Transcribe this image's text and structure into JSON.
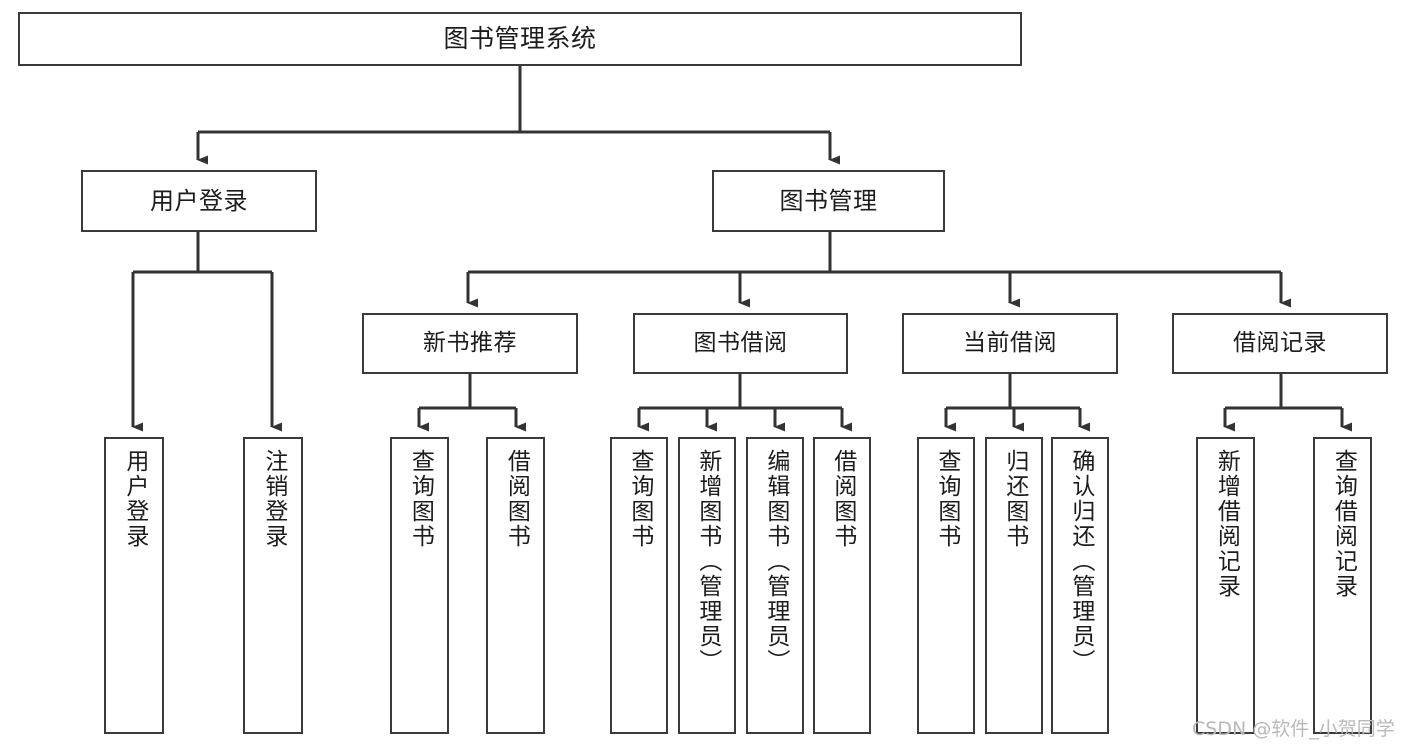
{
  "diagram": {
    "type": "hierarchy-tree",
    "title": "图书管理系统",
    "colors": {
      "box_border": "#3a3a3a",
      "box_fill": "#ffffff",
      "connector": "#333333",
      "text": "#1c1c1c",
      "watermark": "#b9b9b9"
    },
    "levels": {
      "root": "图书管理系统",
      "level2": [
        "用户登录",
        "图书管理"
      ],
      "level3": [
        "新书推荐",
        "图书借阅",
        "当前借阅",
        "借阅记录"
      ]
    },
    "nodes": {
      "root": {
        "label": "图书管理系统"
      },
      "user_login": {
        "label": "用户登录"
      },
      "book_manage": {
        "label": "图书管理"
      },
      "new_book_rec": {
        "label": "新书推荐"
      },
      "book_borrow": {
        "label": "图书借阅"
      },
      "current_borrow": {
        "label": "当前借阅"
      },
      "borrow_record": {
        "label": "借阅记录"
      }
    },
    "leaves": {
      "user_login": [
        {
          "label": "用户登录"
        },
        {
          "label": "注销登录"
        }
      ],
      "new_book_rec": [
        {
          "label": "查询图书"
        },
        {
          "label": "借阅图书"
        }
      ],
      "book_borrow": [
        {
          "label": "查询图书"
        },
        {
          "label": "新增图书（管理员）"
        },
        {
          "label": "编辑图书（管理员）"
        },
        {
          "label": "借阅图书"
        }
      ],
      "current_borrow": [
        {
          "label": "查询图书"
        },
        {
          "label": "归还图书"
        },
        {
          "label": "确认归还（管理员）"
        }
      ],
      "borrow_record": [
        {
          "label": "新增借阅记录"
        },
        {
          "label": "查询借阅记录"
        }
      ]
    },
    "watermark": "CSDN @软件_小贺同学"
  }
}
